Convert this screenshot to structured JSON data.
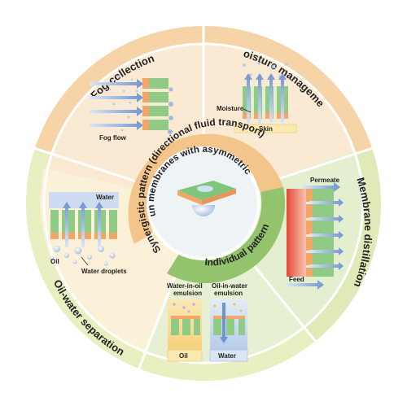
{
  "outer_ring": {
    "fog_collection": "Fog collection",
    "moisture_management": "Moisture management",
    "membrane_distillation": "Membrane distillation",
    "oil_water_separation": "Oil-water separation"
  },
  "inner_ring": {
    "synergistic_pattern": "Synergistic pattern (directional fluid transport)",
    "individual_pattern": "Individual pattern"
  },
  "center": {
    "title": "Electrospun membranes with asymmetric wettability"
  },
  "panels": {
    "fog": {
      "flow_label": "Fog flow"
    },
    "moisture": {
      "moisture_label": "Moisture",
      "skin_label": "Skin"
    },
    "distillation": {
      "permeate_label": "Permeate",
      "feed_label": "Feed"
    },
    "oilwater": {
      "water_label": "Water",
      "oil_label": "Oil",
      "droplets_label": "Water droplets"
    },
    "emulsion": {
      "w_in_o_label_1": "Water-in-oil",
      "w_in_o_label_2": "emulsion",
      "o_in_w_label_1": "Oil-in-water",
      "o_in_w_label_2": "emulsion",
      "oil_box": "Oil",
      "water_box": "Water"
    }
  },
  "colors": {
    "orange_sector": "#f9e1c2",
    "green_sector": "#e3efcf",
    "outer_orange": "#f6d4a8",
    "outer_green": "#dfeab8",
    "inner_orange": "#f3c58a",
    "inner_green": "#93c36c",
    "membrane_green": "#7fc57b",
    "membrane_orange": "#f2a768",
    "water_blue": "#7fa6d8"
  }
}
